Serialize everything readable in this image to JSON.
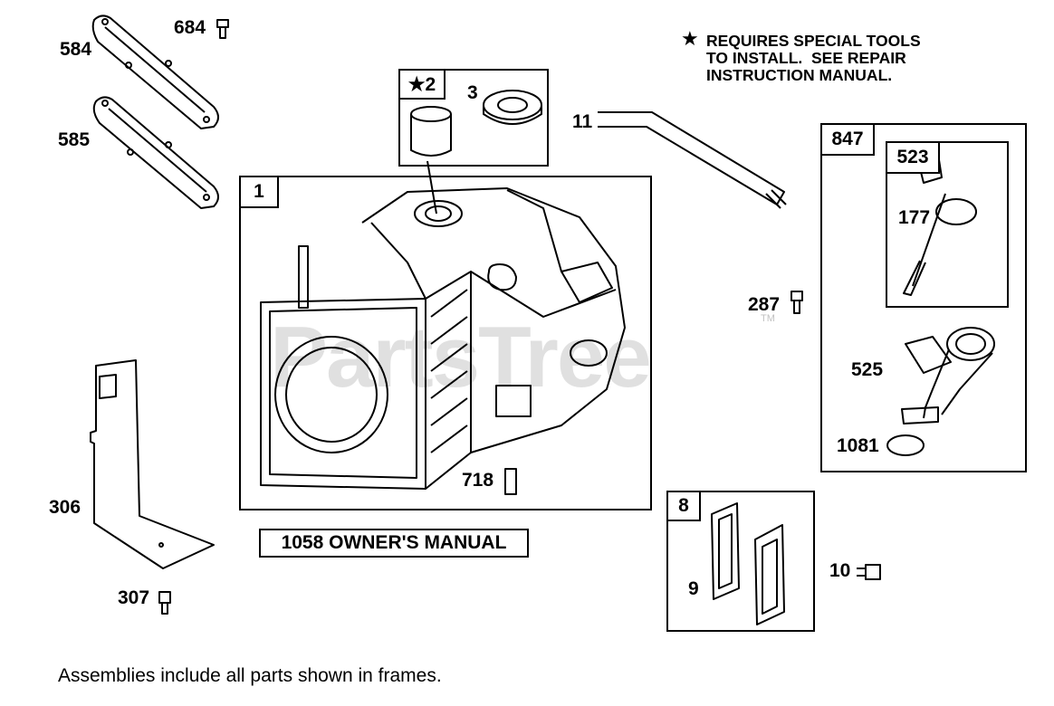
{
  "note": {
    "star": "★",
    "text": "REQUIRES SPECIAL TOOLS\nTO INSTALL.  SEE REPAIR\nINSTRUCTION MANUAL."
  },
  "watermark": {
    "text": "PartsTree",
    "tm": "TM"
  },
  "frames": {
    "cylinder": "1",
    "bushing": "★2",
    "dipstick_tube_assembly": "847",
    "dipstick": "523",
    "gasket_set": "8"
  },
  "parts": {
    "p3": "3",
    "p11": "11",
    "p584": "584",
    "p684": "684",
    "p585": "585",
    "p287": "287",
    "p177": "177",
    "p525": "525",
    "p1081": "1081",
    "p718": "718",
    "p306": "306",
    "p307": "307",
    "p9": "9",
    "p10": "10"
  },
  "manual_label": "1058 OWNER'S MANUAL",
  "footer": "Assemblies include all parts shown in frames."
}
